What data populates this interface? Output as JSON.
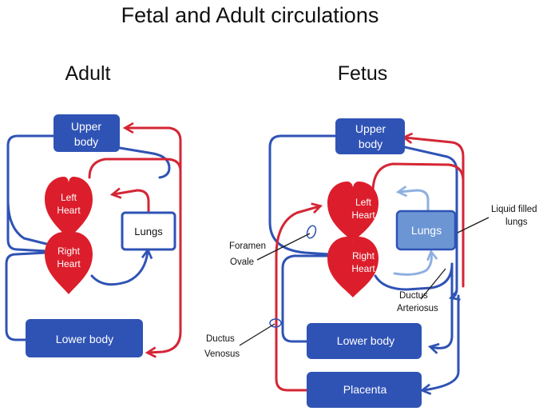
{
  "title": "Fetal and Adult circulations",
  "adult": {
    "heading": "Adult",
    "upper_body": [
      "Upper",
      "body"
    ],
    "left_heart": [
      "Left",
      "Heart"
    ],
    "right_heart": [
      "Right",
      "Heart"
    ],
    "lungs": "Lungs",
    "lower_body": "Lower body"
  },
  "fetus": {
    "heading": "Fetus",
    "upper_body": [
      "Upper",
      "body"
    ],
    "left_heart": [
      "Left",
      "Heart"
    ],
    "right_heart": [
      "Right",
      "Heart"
    ],
    "lungs": "Lungs",
    "lower_body": "Lower body",
    "placenta": "Placenta",
    "annotations": {
      "liquid_lungs": [
        "Liquid filled",
        "lungs"
      ],
      "foramen_ovale": [
        "Foramen",
        "Ovale"
      ],
      "ductus_arteriosus": [
        "Ductus",
        "Arteriosus"
      ],
      "ductus_venosus": [
        "Ductus",
        "Venosus"
      ]
    }
  },
  "colors": {
    "box_blue": "#2f53b5",
    "vessel_blue": "#2f53b5",
    "light_blue": "#6c95d4",
    "vessel_red": "#d42635",
    "heart_red": "#dc1e2c"
  }
}
